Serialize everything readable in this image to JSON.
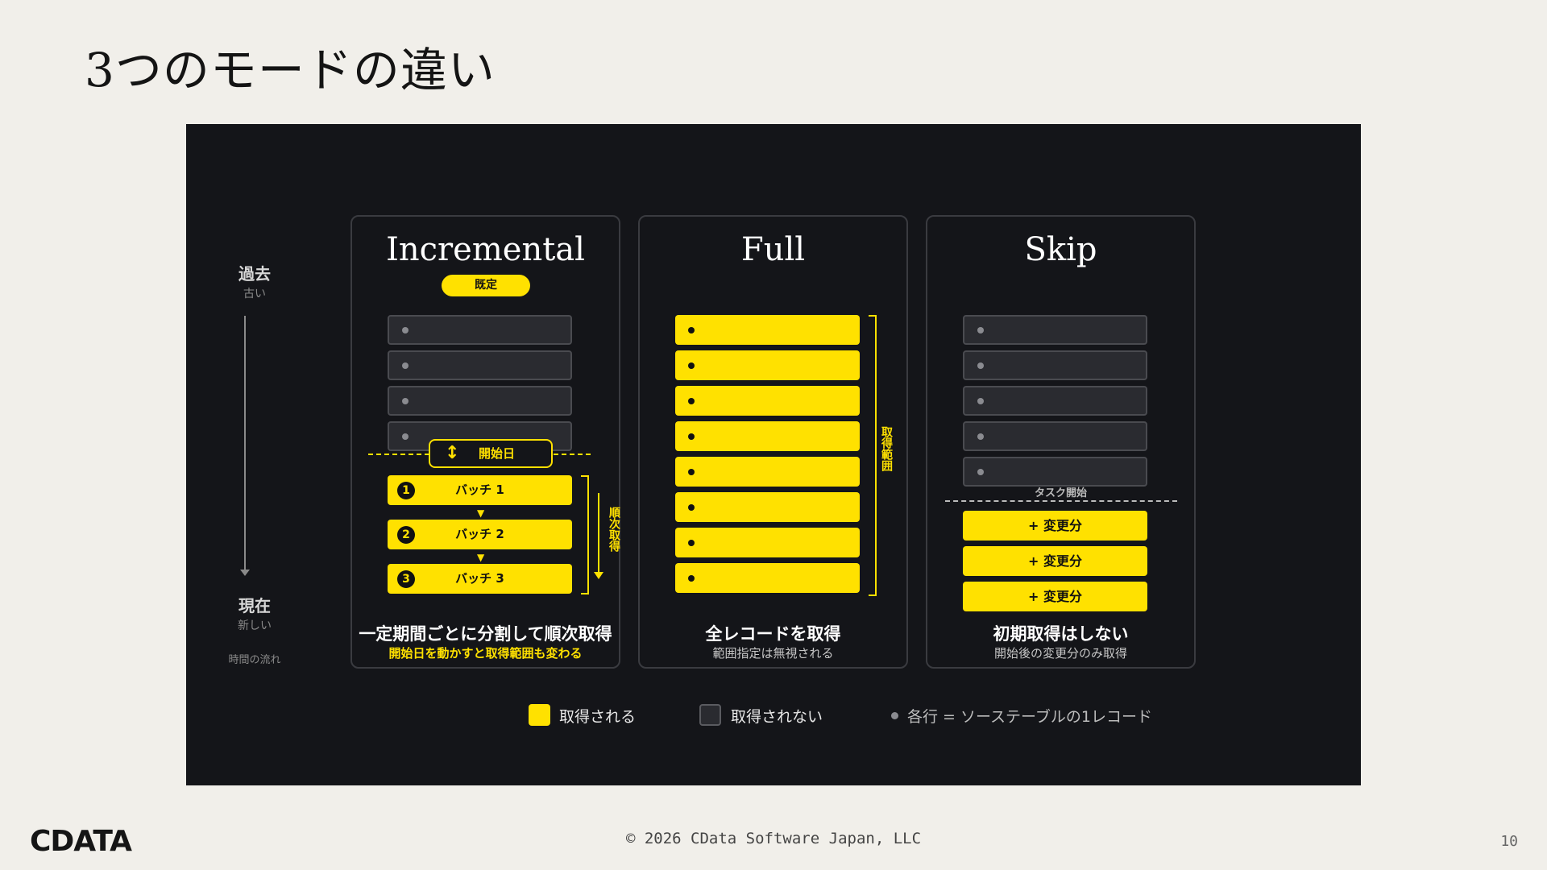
{
  "slide": {
    "title": "3つのモードの違い",
    "page_number": "10",
    "copyright": "© 2026 CData Software Japan, LLC",
    "logo": "CDATA"
  },
  "timeline": {
    "past_label": "過去",
    "past_sub": "古い",
    "now_label": "現在",
    "now_sub": "新しい",
    "flow_label": "時間の流れ"
  },
  "columns": {
    "incremental": {
      "title": "Incremental",
      "badge": "既定",
      "start_label": "開始日",
      "batches": [
        "バッチ 1",
        "バッチ 2",
        "バッチ 3"
      ],
      "batch_numbers": [
        "1",
        "2",
        "3"
      ],
      "side_label": "順次取得",
      "caption": "一定期間ごとに分割して順次取得",
      "subcaption": "開始日を動かすと取得範囲も変わる"
    },
    "full": {
      "title": "Full",
      "side_label": "取得範囲",
      "caption": "全レコードを取得",
      "subcaption": "範囲指定は無視される"
    },
    "skip": {
      "title": "Skip",
      "task_start_label": "タスク開始",
      "changes": [
        "+ 変更分",
        "+ 変更分",
        "+ 変更分"
      ],
      "caption": "初期取得はしない",
      "subcaption": "開始後の変更分のみ取得"
    }
  },
  "legend": {
    "fetched": "取得される",
    "not_fetched": "取得されない",
    "row_meaning": "各行 = ソーステーブルの1レコード"
  },
  "colors": {
    "accent": "#ffe100",
    "panel_bg": "#141519",
    "slide_bg": "#f1efea"
  }
}
